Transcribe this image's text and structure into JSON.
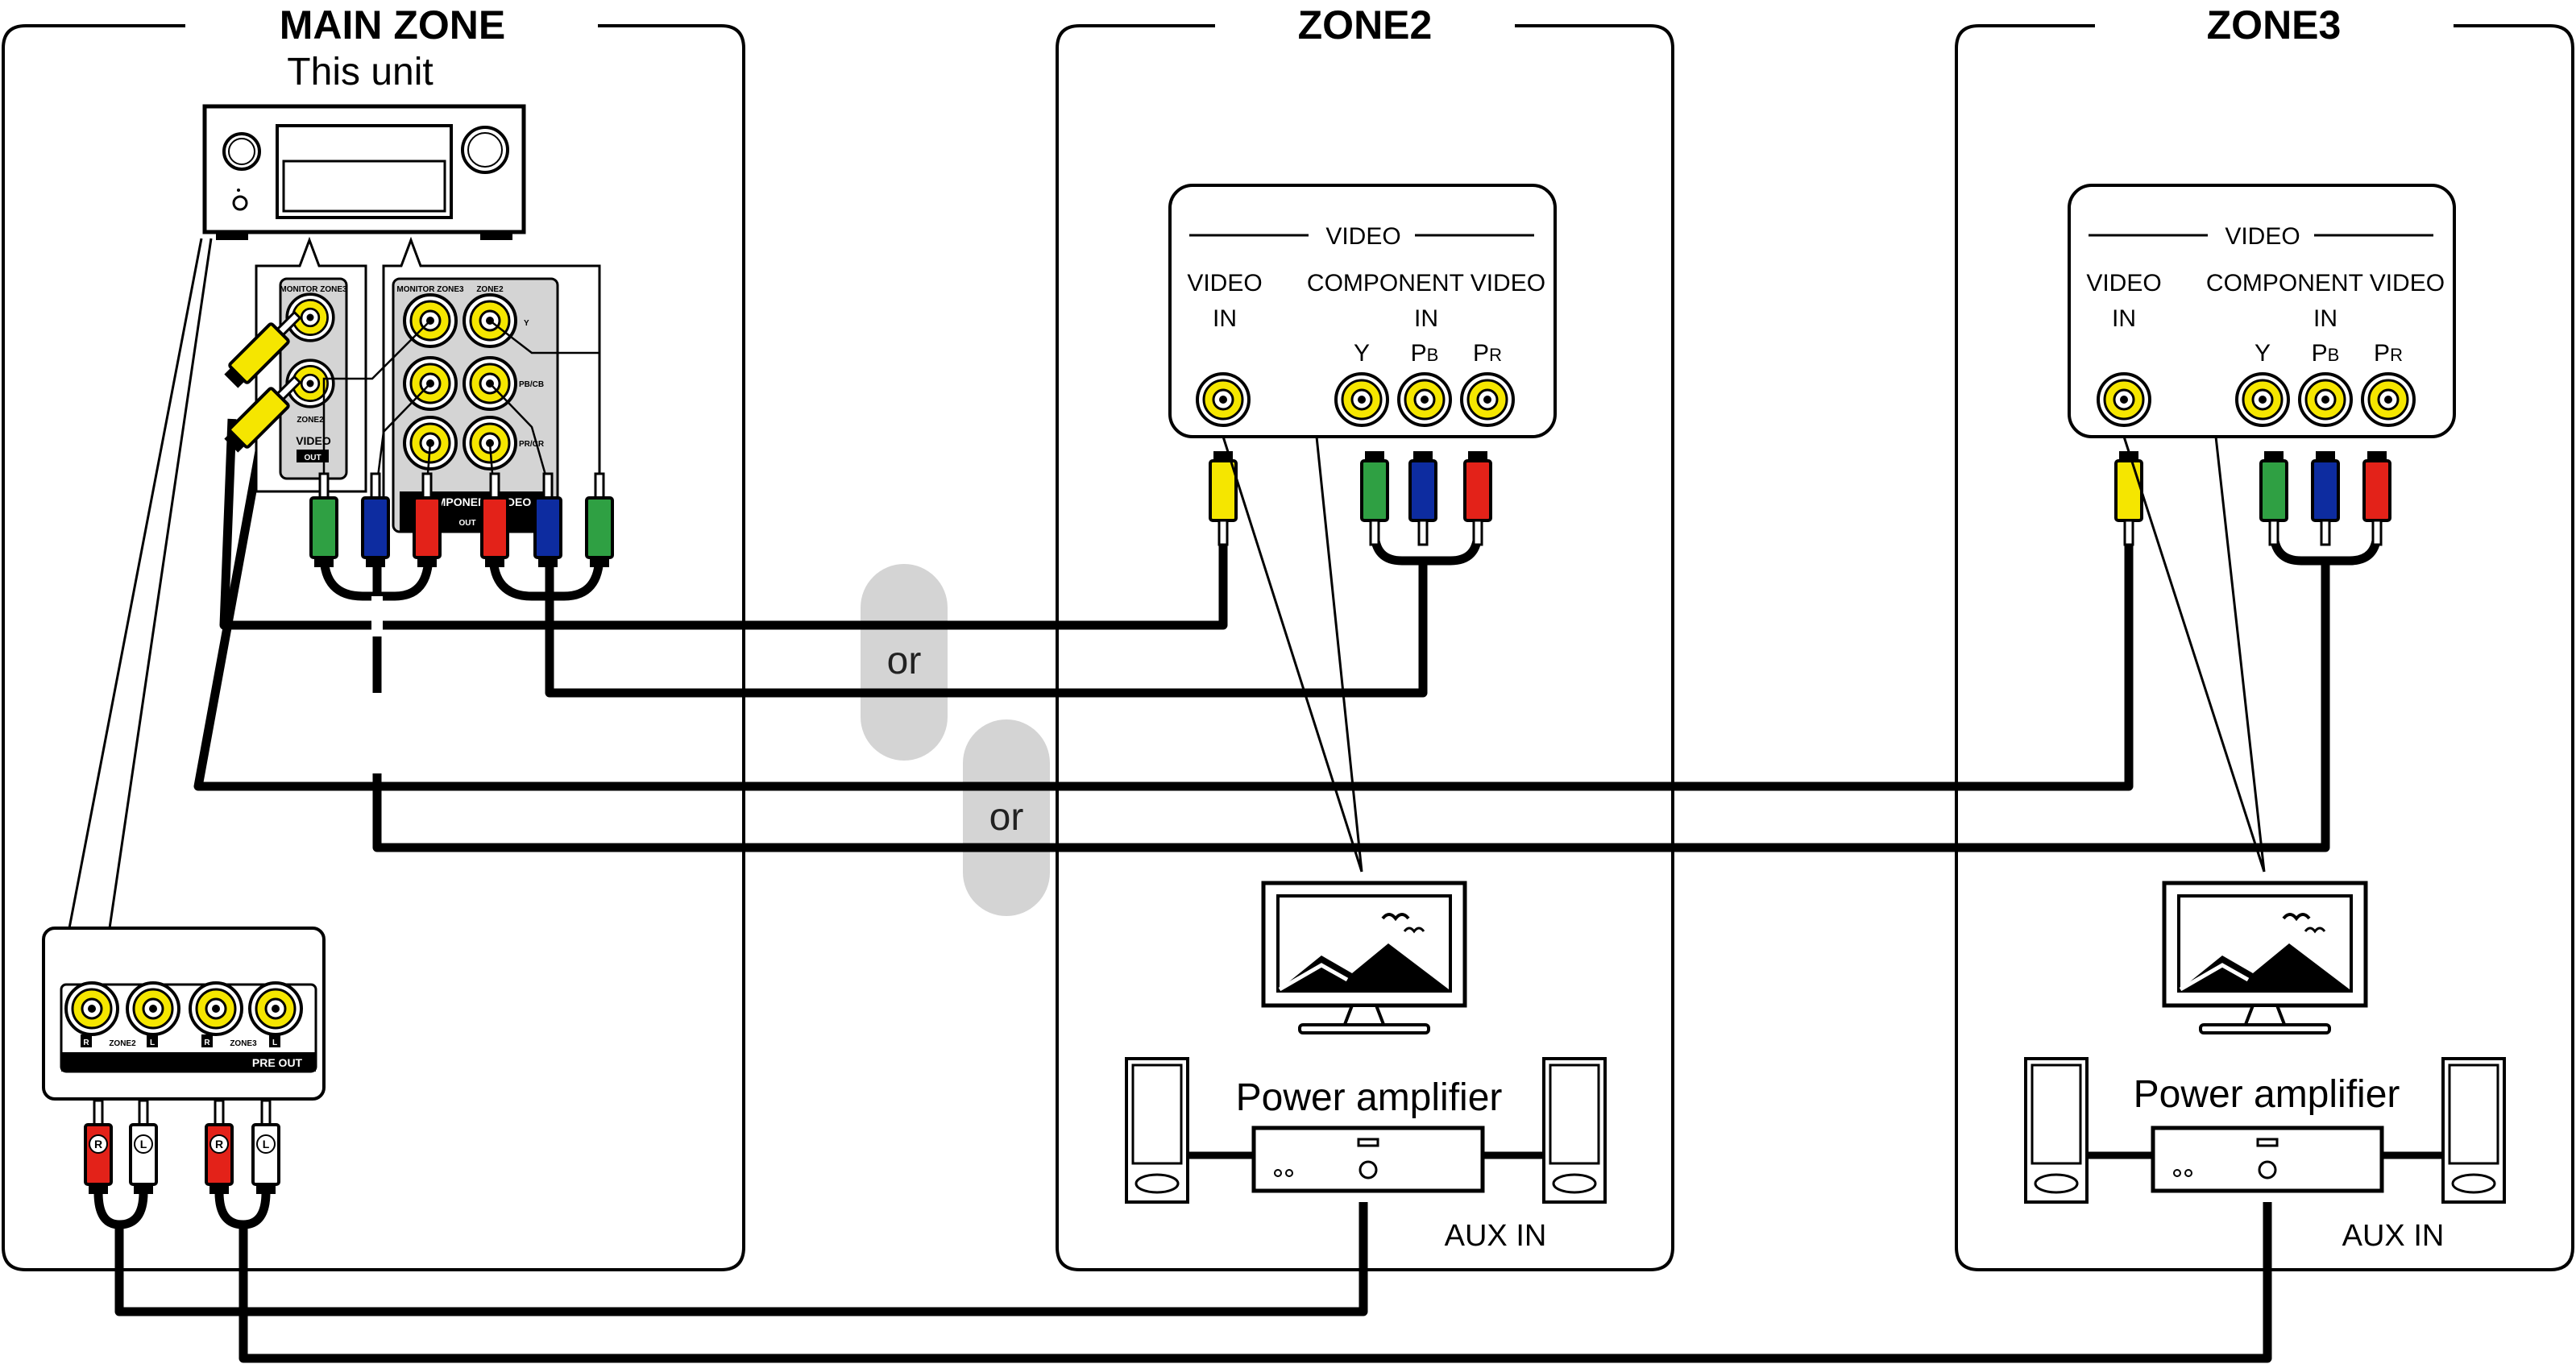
{
  "zones": {
    "main": {
      "title": "MAIN ZONE",
      "subtitle": "This unit"
    },
    "zone2": {
      "title": "ZONE2"
    },
    "zone3": {
      "title": "ZONE3"
    }
  },
  "unit_panel": {
    "monitor_zone3_left": "MONITOR ZONE3",
    "zone2_left": "ZONE2",
    "video_label": "VIDEO",
    "out_label": "OUT",
    "monitor_zone3_right": "MONITOR ZONE3",
    "zone2_right": "ZONE2",
    "y_label": "Y",
    "pb_label": "PB/CB",
    "pr_label": "PR/CR",
    "component_video_label": "COMPONENT VIDEO",
    "out_label2": "OUT"
  },
  "preout_panel": {
    "r_badge": "R",
    "l_badge": "L",
    "zone2": "ZONE2",
    "zone3": "ZONE3",
    "pre_out": "PRE OUT"
  },
  "plugs": {
    "r": "R",
    "l": "L"
  },
  "tv_panel": {
    "video_header": "VIDEO",
    "video_in_line1": "VIDEO",
    "video_in_line2": "IN",
    "component_line1": "COMPONENT VIDEO",
    "component_line2": "IN",
    "y": "Y",
    "pb_main": "P",
    "pb_sub": "B",
    "pr_main": "P",
    "pr_sub": "R"
  },
  "power_amplifier_label": "Power amplifier",
  "aux_in_label": "AUX IN",
  "or_label": "or",
  "colors": {
    "yellow": "#f5e600",
    "green": "#2fa043",
    "blue": "#0d2ca0",
    "red": "#e32219",
    "white": "#ffffff",
    "grey": "#d4d4d4",
    "black": "#000000"
  }
}
